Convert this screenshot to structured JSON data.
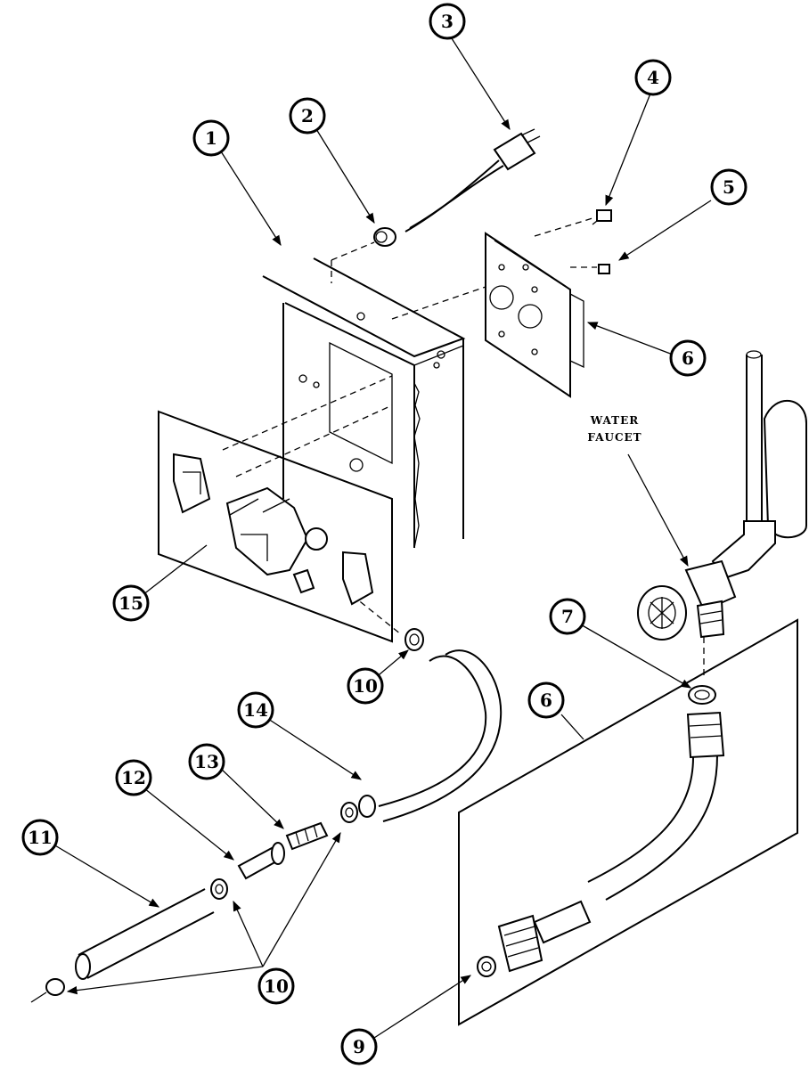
{
  "callouts": [
    {
      "id": "c1",
      "label": "1"
    },
    {
      "id": "c2",
      "label": "2"
    },
    {
      "id": "c3",
      "label": "3"
    },
    {
      "id": "c4",
      "label": "4"
    },
    {
      "id": "c5",
      "label": "5"
    },
    {
      "id": "c6a",
      "label": "6"
    },
    {
      "id": "c6b",
      "label": "6"
    },
    {
      "id": "c7",
      "label": "7"
    },
    {
      "id": "c9",
      "label": "9"
    },
    {
      "id": "c10a",
      "label": "10"
    },
    {
      "id": "c10b",
      "label": "10"
    },
    {
      "id": "c11",
      "label": "11"
    },
    {
      "id": "c12",
      "label": "12"
    },
    {
      "id": "c13",
      "label": "13"
    },
    {
      "id": "c14",
      "label": "14"
    },
    {
      "id": "c15",
      "label": "15"
    }
  ],
  "faucet_label": {
    "line1": "WATER",
    "line2": "FAUCET"
  }
}
